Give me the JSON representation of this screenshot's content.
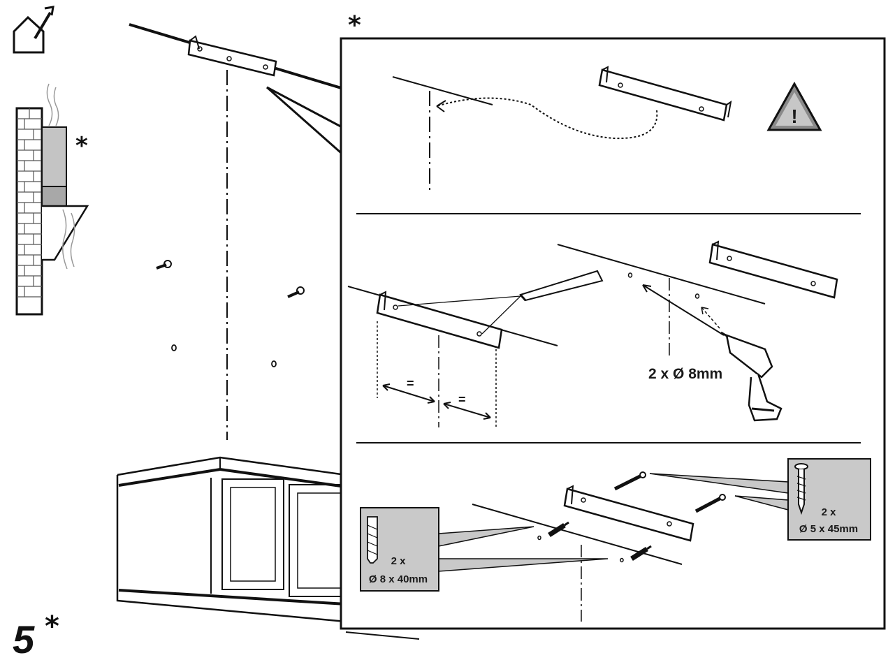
{
  "step": {
    "number": "5",
    "marker": "*"
  },
  "markers": {
    "panel_asterisk": "*",
    "hood_asterisk": "*"
  },
  "icons": {
    "ventilation": "house-with-exhaust-arrow-icon",
    "warning": "warning-triangle-icon"
  },
  "drill": {
    "label": "2 x Ø 8mm"
  },
  "equal_marks": {
    "left": "=",
    "right": "="
  },
  "wall_plug": {
    "qty": "2 x",
    "size": "Ø 8 x 40mm"
  },
  "screw": {
    "qty": "2 x",
    "size": "Ø 5 x 45mm"
  },
  "warning_glyph": "!",
  "colors": {
    "line": "#111111",
    "callout_fill": "#c9c9c9",
    "chimney_fill": "#bfbfbf"
  }
}
